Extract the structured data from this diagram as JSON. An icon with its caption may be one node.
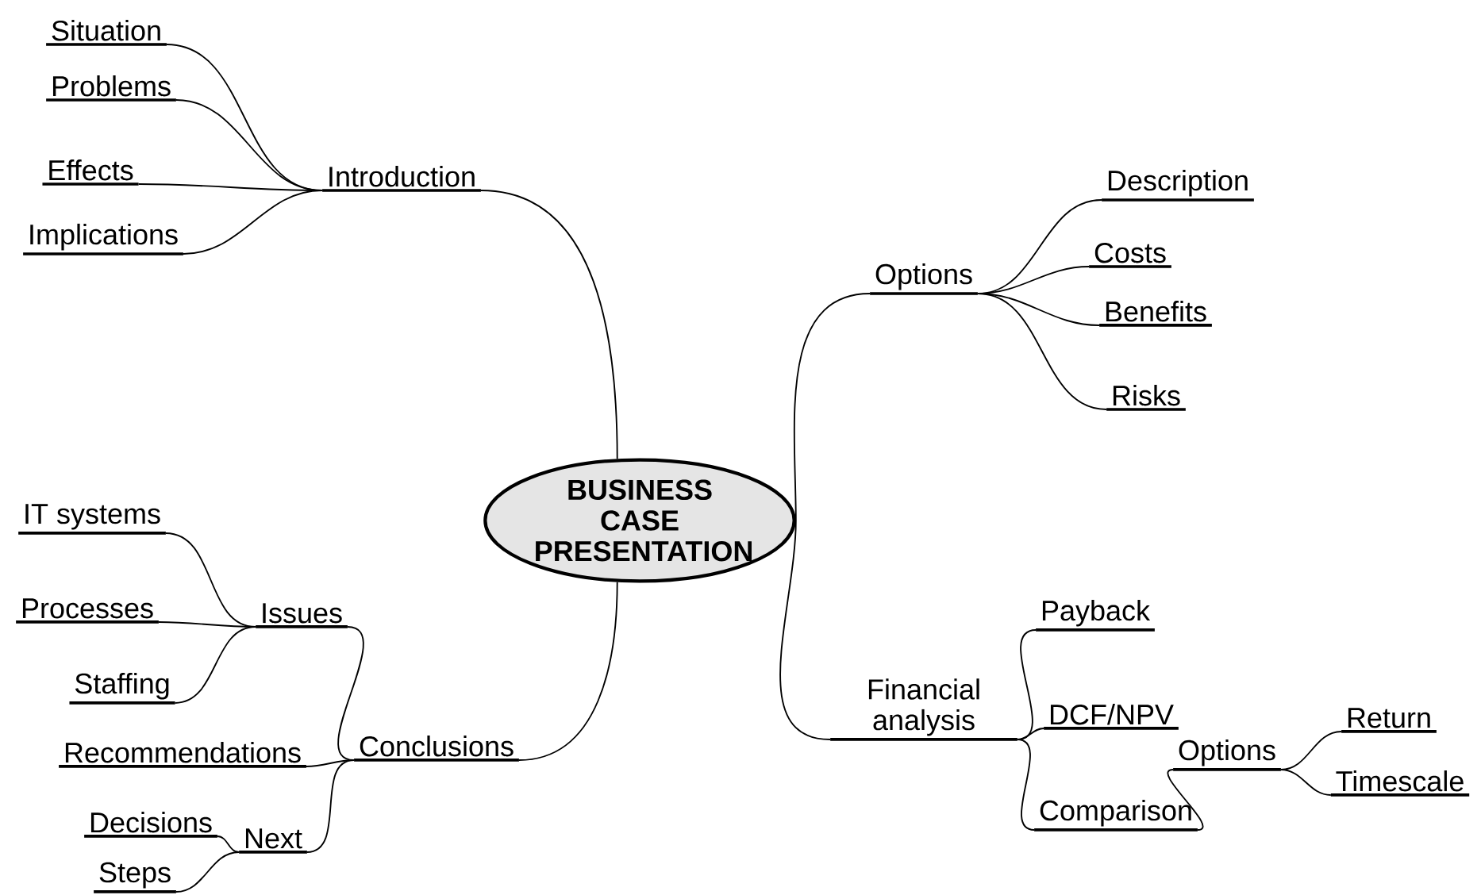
{
  "diagram": {
    "nodes": [
      {
        "text": [
          "BUSINESS CASE PRESENTATION"
        ]
      },
      {
        "text": [
          "Introduction"
        ]
      },
      {
        "text": [
          "Situation"
        ]
      },
      {
        "text": [
          "Problems"
        ]
      },
      {
        "text": [
          "Effects"
        ]
      },
      {
        "text": [
          "Implications"
        ]
      },
      {
        "text": [
          "Options"
        ]
      },
      {
        "text": [
          "Description"
        ]
      },
      {
        "text": [
          "Costs"
        ]
      },
      {
        "text": [
          "Benefits"
        ]
      },
      {
        "text": [
          "Risks"
        ]
      },
      {
        "text": [
          "Financial analysis"
        ]
      },
      {
        "text": [
          "Payback"
        ]
      },
      {
        "text": [
          "DCF/NPV"
        ]
      },
      {
        "text": [
          "Comparison"
        ]
      },
      {
        "text": [
          "Options"
        ]
      },
      {
        "text": [
          "Return"
        ]
      },
      {
        "text": [
          "Timescale"
        ]
      },
      {
        "text": [
          "Conclusions"
        ]
      },
      {
        "text": [
          "Issues"
        ]
      },
      {
        "text": [
          "IT systems"
        ]
      },
      {
        "text": [
          "Processes"
        ]
      },
      {
        "text": [
          "Staffing"
        ]
      },
      {
        "text": [
          "Recommendations"
        ]
      },
      {
        "text": [
          "Next"
        ]
      },
      {
        "text": [
          "Decisions"
        ]
      },
      {
        "text": [
          "Steps"
        ]
      }
    ],
    "edges": [
      {
        "from": 0,
        "to": 1,
        "arrow": "none"
      },
      {
        "from": 1,
        "to": 2,
        "arrow": "none"
      },
      {
        "from": 1,
        "to": 3,
        "arrow": "none"
      },
      {
        "from": 1,
        "to": 4,
        "arrow": "none"
      },
      {
        "from": 1,
        "to": 5,
        "arrow": "none"
      },
      {
        "from": 0,
        "to": 6,
        "arrow": "none"
      },
      {
        "from": 6,
        "to": 7,
        "arrow": "none"
      },
      {
        "from": 6,
        "to": 8,
        "arrow": "none"
      },
      {
        "from": 6,
        "to": 9,
        "arrow": "none"
      },
      {
        "from": 6,
        "to": 10,
        "arrow": "none"
      },
      {
        "from": 0,
        "to": 11,
        "arrow": "none"
      },
      {
        "from": 11,
        "to": 12,
        "arrow": "none"
      },
      {
        "from": 11,
        "to": 13,
        "arrow": "none"
      },
      {
        "from": 11,
        "to": 14,
        "arrow": "none"
      },
      {
        "from": 14,
        "to": 15,
        "arrow": "none"
      },
      {
        "from": 15,
        "to": 16,
        "arrow": "none"
      },
      {
        "from": 15,
        "to": 17,
        "arrow": "none"
      },
      {
        "from": 0,
        "to": 18,
        "arrow": "none"
      },
      {
        "from": 18,
        "to": 19,
        "arrow": "none"
      },
      {
        "from": 19,
        "to": 20,
        "arrow": "none"
      },
      {
        "from": 19,
        "to": 21,
        "arrow": "none"
      },
      {
        "from": 19,
        "to": 22,
        "arrow": "none"
      },
      {
        "from": 18,
        "to": 23,
        "arrow": "none"
      },
      {
        "from": 18,
        "to": 24,
        "arrow": "none"
      },
      {
        "from": 24,
        "to": 25,
        "arrow": "none"
      },
      {
        "from": 24,
        "to": 26,
        "arrow": "none"
      }
    ]
  }
}
